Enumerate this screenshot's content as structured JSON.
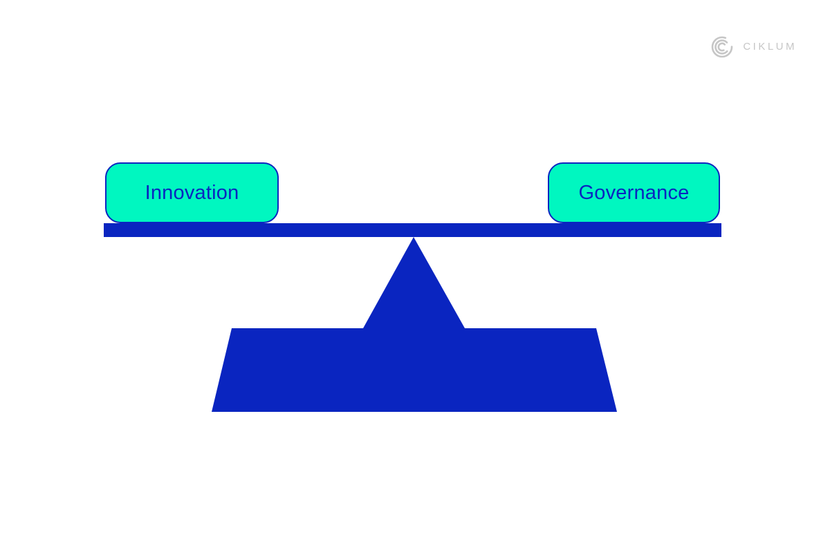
{
  "logo": {
    "brand_name": "CIKLUM",
    "mark": "concentric-c-arcs"
  },
  "diagram": {
    "type": "balance-seesaw",
    "balance_state": "level",
    "left_label": "Innovation",
    "right_label": "Governance"
  },
  "colors": {
    "background": "#ffffff",
    "blue": "#0a25c0",
    "mint": "#00f7c0",
    "label_text": "#0a25c0",
    "logo_gray": "#c6c6c6"
  }
}
